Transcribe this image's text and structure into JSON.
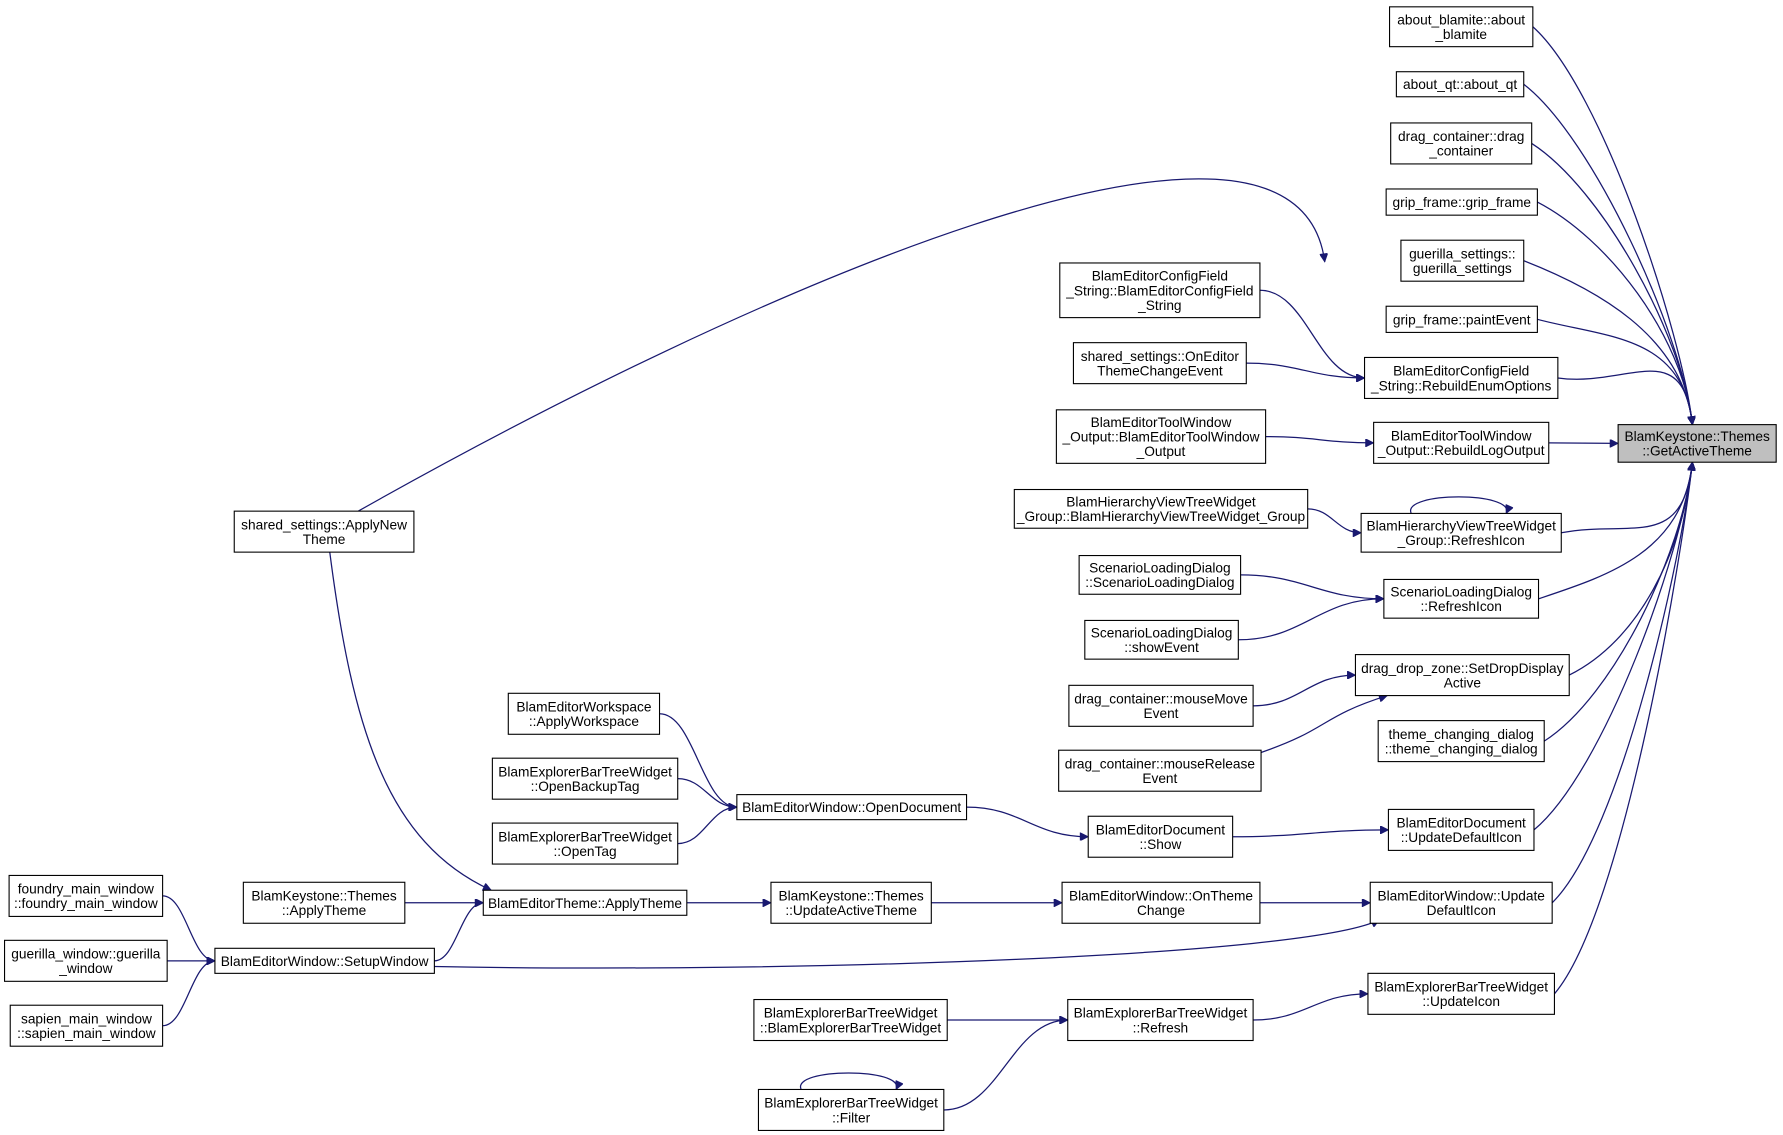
{
  "graph": {
    "colors": {
      "edge": "#191970",
      "node_border": "#000000",
      "node_fill": "#ffffff",
      "root_fill": "#bfbfbf"
    },
    "nodes": {
      "root": {
        "lines": [
          "BlamKeystone::Themes",
          "::GetActiveTheme"
        ]
      },
      "about_blamite": {
        "lines": [
          "about_blamite::about",
          "_blamite"
        ]
      },
      "about_qt": {
        "lines": [
          "about_qt::about_qt"
        ]
      },
      "drag_container_ctor": {
        "lines": [
          "drag_container::drag",
          "_container"
        ]
      },
      "grip_frame_ctor": {
        "lines": [
          "grip_frame::grip_frame"
        ]
      },
      "guerilla_settings": {
        "lines": [
          "guerilla_settings::",
          "guerilla_settings"
        ]
      },
      "grip_frame_paint": {
        "lines": [
          "grip_frame::paintEvent"
        ]
      },
      "rebuild_enum": {
        "lines": [
          "BlamEditorConfigField",
          "_String::RebuildEnumOptions"
        ]
      },
      "config_field_ctor": {
        "lines": [
          "BlamEditorConfigField",
          "_String::BlamEditorConfigField",
          "_String"
        ]
      },
      "shared_theme_change": {
        "lines": [
          "shared_settings::OnEditor",
          "ThemeChangeEvent"
        ]
      },
      "rebuild_log": {
        "lines": [
          "BlamEditorToolWindow",
          "_Output::RebuildLogOutput"
        ]
      },
      "tool_window_ctor": {
        "lines": [
          "BlamEditorToolWindow",
          "_Output::BlamEditorToolWindow",
          "_Output"
        ]
      },
      "hierarchy_refresh": {
        "lines": [
          "BlamHierarchyViewTreeWidget",
          "_Group::RefreshIcon"
        ]
      },
      "hierarchy_ctor": {
        "lines": [
          "BlamHierarchyViewTreeWidget",
          "_Group::BlamHierarchyViewTreeWidget_Group"
        ]
      },
      "scenario_refresh": {
        "lines": [
          "ScenarioLoadingDialog",
          "::RefreshIcon"
        ]
      },
      "scenario_ctor": {
        "lines": [
          "ScenarioLoadingDialog",
          "::ScenarioLoadingDialog"
        ]
      },
      "scenario_show": {
        "lines": [
          "ScenarioLoadingDialog",
          "::showEvent"
        ]
      },
      "set_drop_display": {
        "lines": [
          "drag_drop_zone::SetDropDisplay",
          "Active"
        ]
      },
      "mouse_move": {
        "lines": [
          "drag_container::mouseMove",
          "Event"
        ]
      },
      "mouse_release": {
        "lines": [
          "drag_container::mouseRelease",
          "Event"
        ]
      },
      "theme_changing_dialog": {
        "lines": [
          "theme_changing_dialog",
          "::theme_changing_dialog"
        ]
      },
      "doc_update_icon": {
        "lines": [
          "BlamEditorDocument",
          "::UpdateDefaultIcon"
        ]
      },
      "doc_show": {
        "lines": [
          "BlamEditorDocument",
          "::Show"
        ]
      },
      "open_document": {
        "lines": [
          "BlamEditorWindow::OpenDocument"
        ]
      },
      "apply_workspace": {
        "lines": [
          "BlamEditorWorkspace",
          "::ApplyWorkspace"
        ]
      },
      "open_backup_tag": {
        "lines": [
          "BlamExplorerBarTreeWidget",
          "::OpenBackupTag"
        ]
      },
      "open_tag": {
        "lines": [
          "BlamExplorerBarTreeWidget",
          "::OpenTag"
        ]
      },
      "window_update_icon": {
        "lines": [
          "BlamEditorWindow::Update",
          "DefaultIcon"
        ]
      },
      "on_theme_change": {
        "lines": [
          "BlamEditorWindow::OnTheme",
          "Change"
        ]
      },
      "update_active_theme": {
        "lines": [
          "BlamKeystone::Themes",
          "::UpdateActiveTheme"
        ]
      },
      "apply_theme": {
        "lines": [
          "BlamEditorTheme::ApplyTheme"
        ]
      },
      "themes_apply": {
        "lines": [
          "BlamKeystone::Themes",
          "::ApplyTheme"
        ]
      },
      "shared_apply_new": {
        "lines": [
          "shared_settings::ApplyNew",
          "Theme"
        ]
      },
      "setup_window": {
        "lines": [
          "BlamEditorWindow::SetupWindow"
        ]
      },
      "foundry": {
        "lines": [
          "foundry_main_window",
          "::foundry_main_window"
        ]
      },
      "guerilla_window": {
        "lines": [
          "guerilla_window::guerilla",
          "_window"
        ]
      },
      "sapien": {
        "lines": [
          "sapien_main_window",
          "::sapien_main_window"
        ]
      },
      "explorer_update_icon": {
        "lines": [
          "BlamExplorerBarTreeWidget",
          "::UpdateIcon"
        ]
      },
      "explorer_refresh": {
        "lines": [
          "BlamExplorerBarTreeWidget",
          "::Refresh"
        ]
      },
      "explorer_ctor": {
        "lines": [
          "BlamExplorerBarTreeWidget",
          "::BlamExplorerBarTreeWidget"
        ]
      },
      "explorer_filter": {
        "lines": [
          "BlamExplorerBarTreeWidget",
          "::Filter"
        ]
      }
    },
    "edges": [
      [
        "about_blamite",
        "root"
      ],
      [
        "about_qt",
        "root"
      ],
      [
        "drag_container_ctor",
        "root"
      ],
      [
        "grip_frame_ctor",
        "root"
      ],
      [
        "guerilla_settings",
        "root"
      ],
      [
        "grip_frame_paint",
        "root"
      ],
      [
        "rebuild_enum",
        "root"
      ],
      [
        "rebuild_log",
        "root"
      ],
      [
        "hierarchy_refresh",
        "root"
      ],
      [
        "scenario_refresh",
        "root"
      ],
      [
        "set_drop_display",
        "root"
      ],
      [
        "theme_changing_dialog",
        "root"
      ],
      [
        "doc_update_icon",
        "root"
      ],
      [
        "window_update_icon",
        "root"
      ],
      [
        "explorer_update_icon",
        "root"
      ],
      [
        "config_field_ctor",
        "rebuild_enum"
      ],
      [
        "shared_theme_change",
        "rebuild_enum"
      ],
      [
        "shared_apply_new",
        "rebuild_enum"
      ],
      [
        "tool_window_ctor",
        "rebuild_log"
      ],
      [
        "hierarchy_ctor",
        "hierarchy_refresh"
      ],
      [
        "hierarchy_refresh",
        "hierarchy_refresh"
      ],
      [
        "scenario_ctor",
        "scenario_refresh"
      ],
      [
        "scenario_show",
        "scenario_refresh"
      ],
      [
        "mouse_move",
        "set_drop_display"
      ],
      [
        "mouse_release",
        "set_drop_display"
      ],
      [
        "doc_show",
        "doc_update_icon"
      ],
      [
        "open_document",
        "doc_show"
      ],
      [
        "apply_workspace",
        "open_document"
      ],
      [
        "open_backup_tag",
        "open_document"
      ],
      [
        "open_tag",
        "open_document"
      ],
      [
        "on_theme_change",
        "window_update_icon"
      ],
      [
        "setup_window",
        "window_update_icon"
      ],
      [
        "update_active_theme",
        "on_theme_change"
      ],
      [
        "apply_theme",
        "update_active_theme"
      ],
      [
        "themes_apply",
        "apply_theme"
      ],
      [
        "shared_apply_new",
        "apply_theme"
      ],
      [
        "setup_window",
        "apply_theme"
      ],
      [
        "foundry",
        "setup_window"
      ],
      [
        "guerilla_window",
        "setup_window"
      ],
      [
        "sapien",
        "setup_window"
      ],
      [
        "explorer_refresh",
        "explorer_update_icon"
      ],
      [
        "explorer_ctor",
        "explorer_refresh"
      ],
      [
        "explorer_filter",
        "explorer_refresh"
      ],
      [
        "explorer_filter",
        "explorer_filter"
      ]
    ]
  }
}
